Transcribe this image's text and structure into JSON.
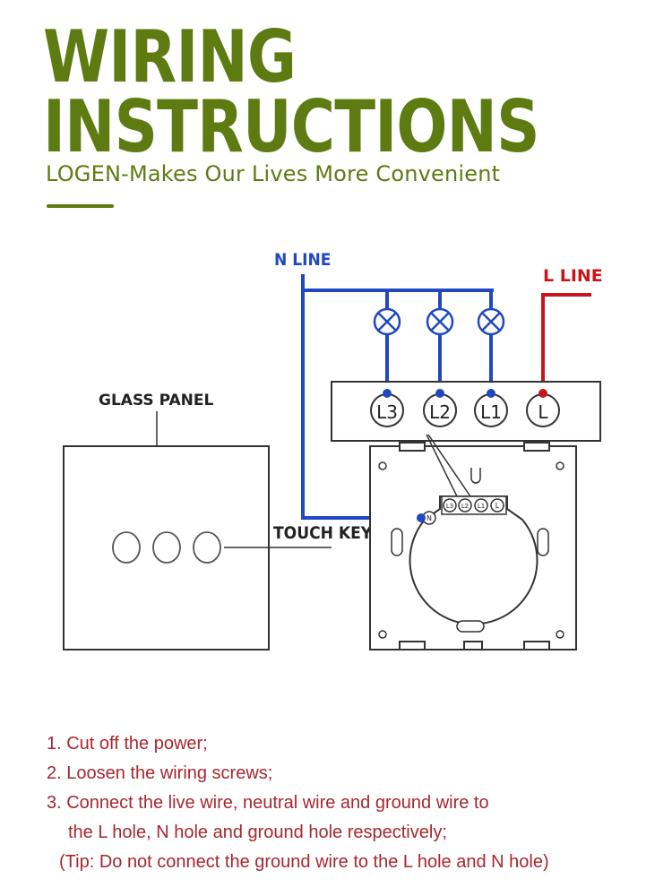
{
  "header": {
    "title_line1": "WIRING",
    "title_line2": "INSTRUCTIONS",
    "tagline": "LOGEN-Makes Our Lives More Convenient"
  },
  "diagram": {
    "n_line_label": "N LINE",
    "l_line_label": "L LINE",
    "glass_panel_label": "GLASS  PANEL",
    "touch_key_label": "TOUCH KEY",
    "terminals": [
      "L3",
      "L2",
      "L1",
      "L"
    ],
    "module_terminals": [
      "N",
      "L3",
      "L2",
      "L1",
      "L"
    ],
    "colors": {
      "n_line": "#2048c0",
      "l_line": "#c8151b",
      "accent": "#5e7b12",
      "text_red": "#a8262e"
    }
  },
  "instructions": {
    "step1": "1. Cut off the power;",
    "step2": "2. Loosen the wiring screws;",
    "step3_line1": "3. Connect the live wire, neutral wire and ground wire to",
    "step3_line2": "the L hole, N hole and ground hole respectively;",
    "tip": "(Tip: Do not connect the ground wire to the L hole and N hole)"
  }
}
